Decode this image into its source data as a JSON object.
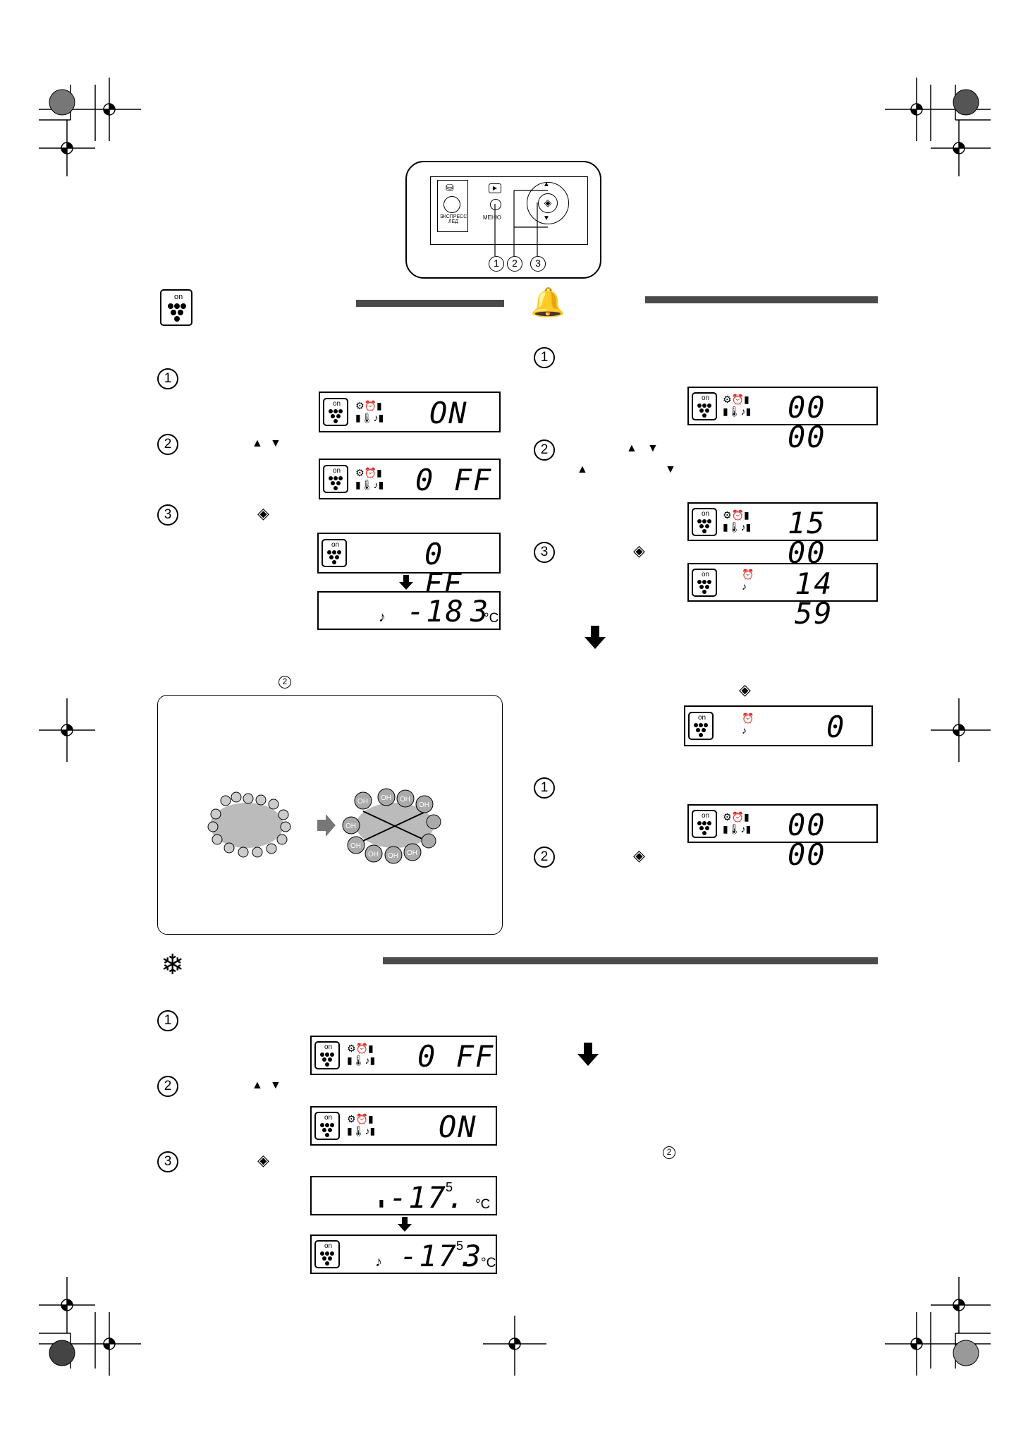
{
  "control_panel": {
    "express_ice_label": "ЭКСПРЕСС\nЛЁД",
    "menu_label": "МЕНЮ",
    "callouts": [
      "1",
      "2",
      "3"
    ]
  },
  "steps": {
    "one": "1",
    "two": "2",
    "three": "3"
  },
  "lcd": {
    "ion_on": "ON",
    "ion_off": "0 FF",
    "ion_off_confirm": "0 FF",
    "ion_temp": "-18",
    "ion_temp_digit": "3",
    "timer_zero": "00 00",
    "timer_set": "15 00",
    "timer_count": "14 59",
    "alarm_zero": "0",
    "timer_zero_2": "00 00",
    "freeze_off": "0 FF",
    "freeze_on": "ON",
    "freeze_temp": "-17.",
    "freeze_temp_sup": "5",
    "freeze_temp_2": "-17.",
    "freeze_temp_2_sup": "5",
    "freeze_temp_2_digit": "3",
    "unit_c": "°C",
    "on_badge": "on"
  },
  "diagram": {
    "oh": "OH",
    "ref_step": "2"
  },
  "ref_step_bottom": "2"
}
